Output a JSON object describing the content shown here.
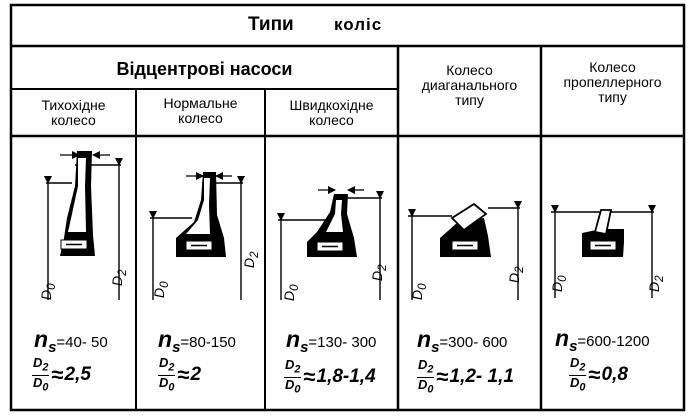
{
  "header": {
    "title_left": "Типи",
    "title_right": "коліс"
  },
  "group": {
    "centrifugal": "Відцентрові насоси"
  },
  "columns": [
    {
      "line1": "Тихохідне",
      "line2": "колесо",
      "ns_value": "=40- 50",
      "ratio": "2,5"
    },
    {
      "line1": "Нормальне",
      "line2": "колесо",
      "ns_value": "=80-150",
      "ratio": "2"
    },
    {
      "line1": "Швидкохідне",
      "line2": "колесо",
      "ns_value": "=130- 300",
      "ratio": "1,8-1,4"
    },
    {
      "line1": "Колесо",
      "line2": "диаганального",
      "line3": "типу",
      "ns_value": "=300- 600",
      "ratio": "1,2- 1,1"
    },
    {
      "line1": "Колесо",
      "line2": "пропеллерного",
      "line3": "типу",
      "ns_value": "=600-1200",
      "ratio": "0,8"
    }
  ],
  "symbols": {
    "n": "n",
    "s": "s",
    "approx": "≈",
    "d2": "D",
    "d0": "D",
    "sub2": "2",
    "sub0": "0"
  }
}
